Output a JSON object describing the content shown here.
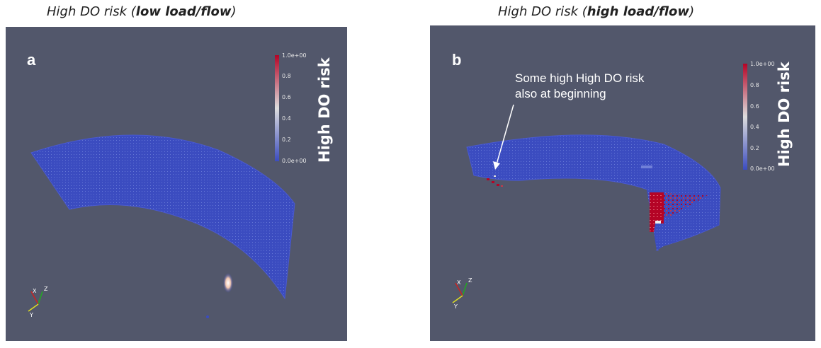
{
  "panels": [
    {
      "title_prefix": "High DO risk (",
      "title_bold": "low load/flow",
      "title_suffix": ")",
      "letter": "a",
      "colorbar": {
        "title": "High DO risk",
        "ticks": [
          "1.0e+00",
          "0.8",
          "0.6",
          "0.4",
          "0.2",
          "0.0e+00"
        ]
      },
      "axes": {
        "x": "X",
        "y": "Y",
        "z": "Z"
      }
    },
    {
      "title_prefix": "High DO risk (",
      "title_bold": "high load/flow",
      "title_suffix": ")",
      "letter": "b",
      "annotation": [
        "Some high High DO risk",
        "also at beginning"
      ],
      "colorbar": {
        "title": "High DO risk",
        "ticks": [
          "1.0e+00",
          "0.8",
          "0.6",
          "0.4",
          "0.2",
          "0.0e+00"
        ]
      },
      "axes": {
        "x": "X",
        "y": "Y",
        "z": "Z"
      }
    }
  ],
  "colors": {
    "background": "#52576b",
    "low": "#3b4cc0",
    "mid": "#dddddd",
    "high": "#b40426",
    "label": "#ffffff"
  }
}
